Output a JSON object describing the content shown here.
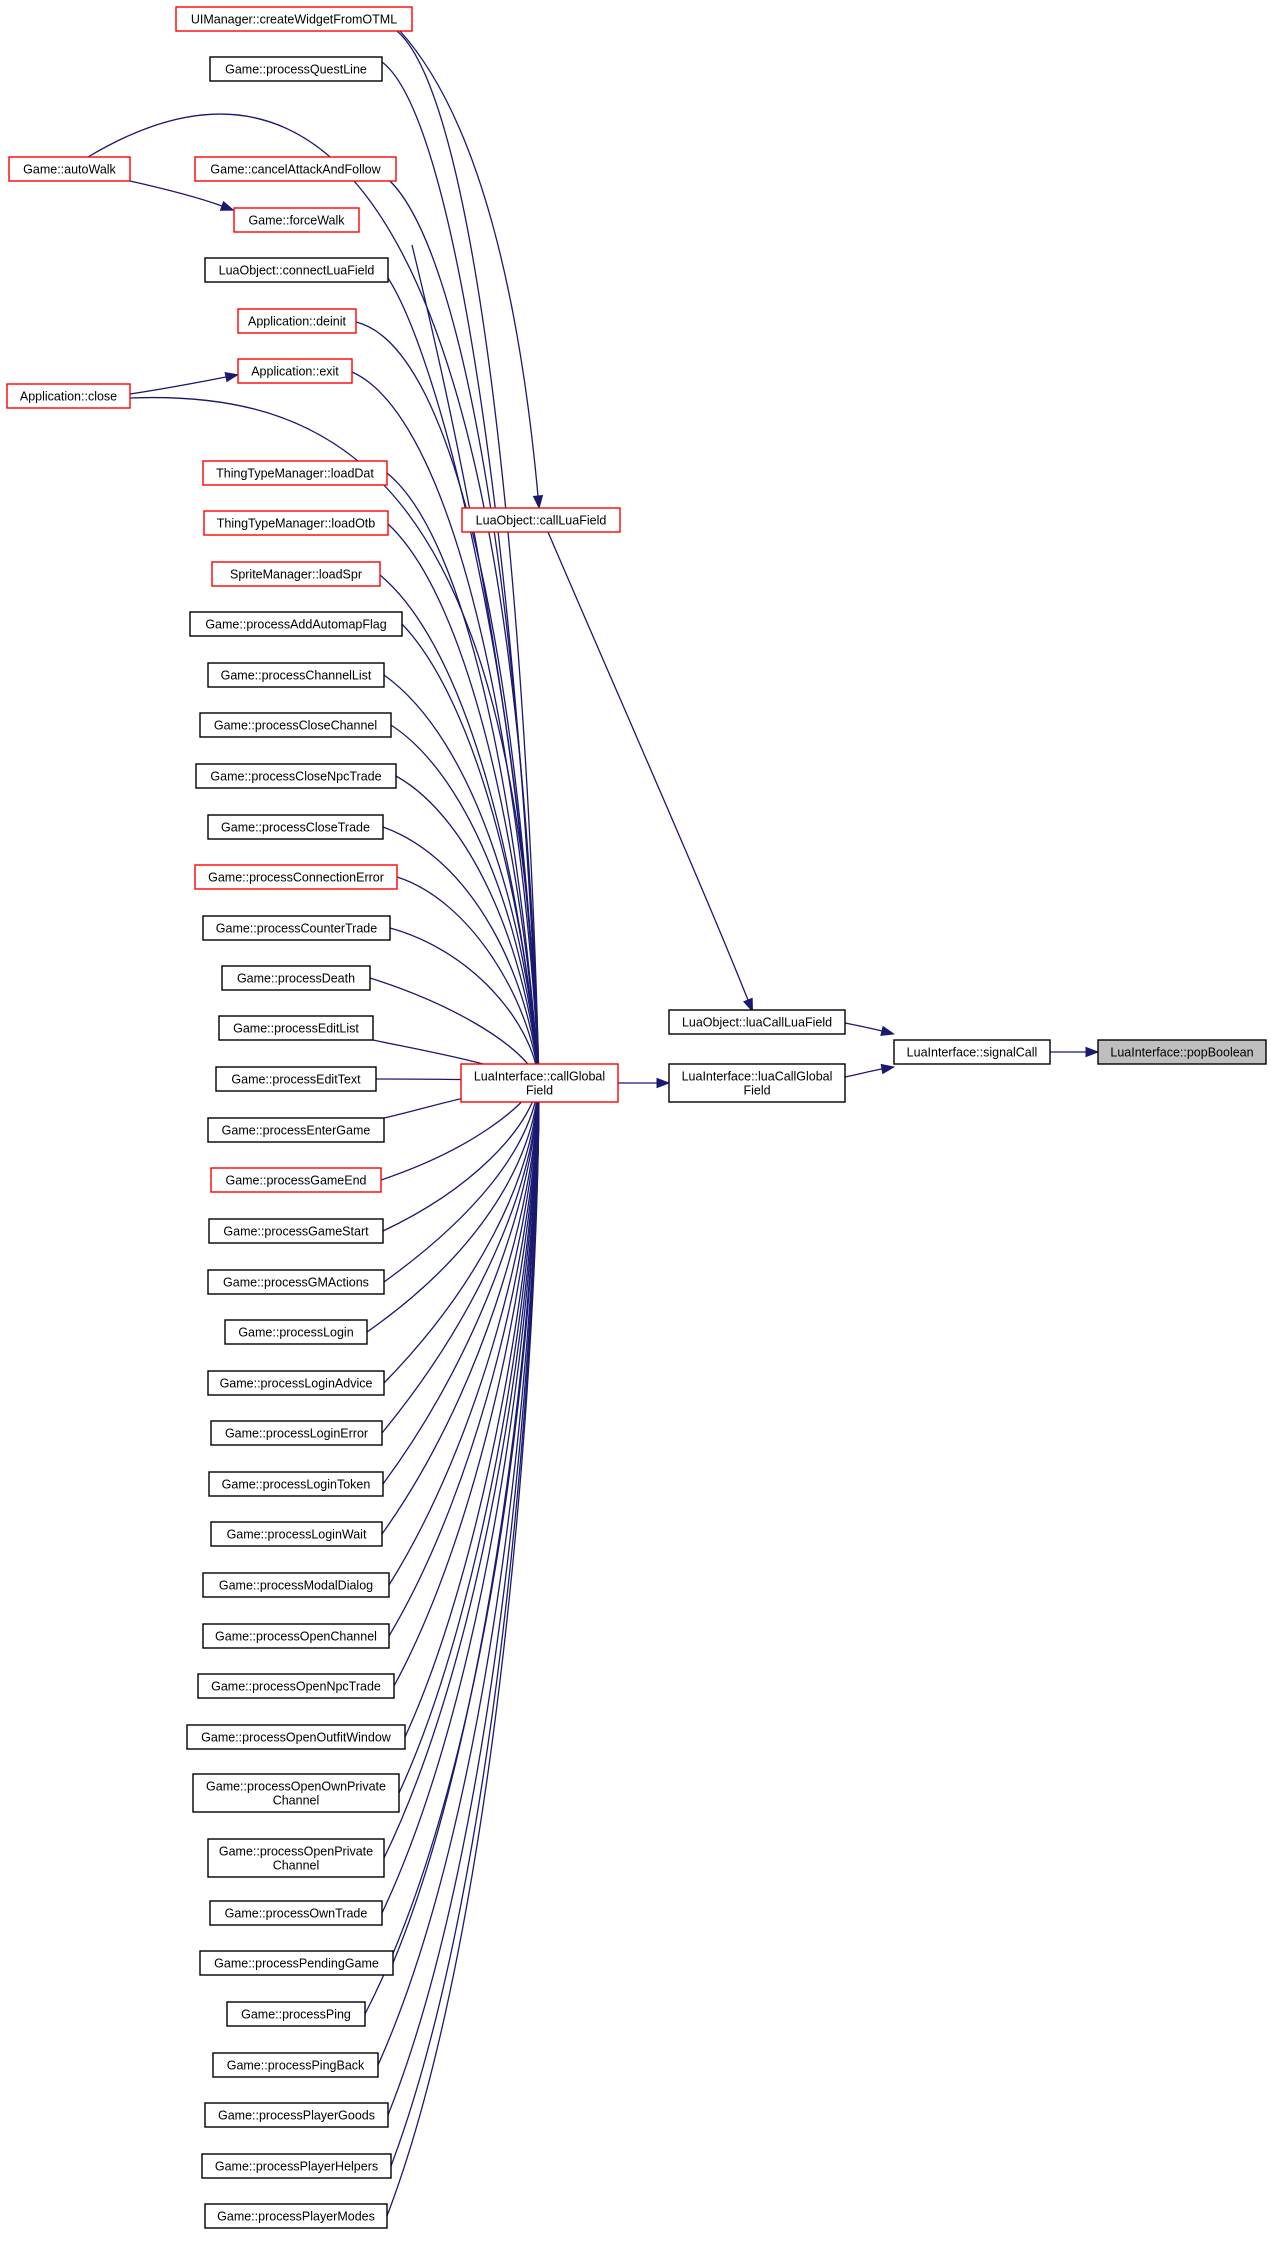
{
  "colors": {
    "edge": "#191970",
    "callerBorder": "#000000",
    "truncatedBorder": "#ff0000",
    "current": "#bfbfbf"
  },
  "nodes": [
    {
      "id": "n_uicreate",
      "lines": [
        "UIManager::createWidgetFromOTML"
      ],
      "style": "red"
    },
    {
      "id": "n_quest",
      "lines": [
        "Game::processQuestLine"
      ],
      "style": "black"
    },
    {
      "id": "n_autowalk",
      "lines": [
        "Game::autoWalk"
      ],
      "style": "red"
    },
    {
      "id": "n_cancel",
      "lines": [
        "Game::cancelAttackAndFollow"
      ],
      "style": "red"
    },
    {
      "id": "n_force",
      "lines": [
        "Game::forceWalk"
      ],
      "style": "red"
    },
    {
      "id": "n_connect",
      "lines": [
        "LuaObject::connectLuaField"
      ],
      "style": "black"
    },
    {
      "id": "n_deinit",
      "lines": [
        "Application::deinit"
      ],
      "style": "red"
    },
    {
      "id": "n_exit",
      "lines": [
        "Application::exit"
      ],
      "style": "red"
    },
    {
      "id": "n_close",
      "lines": [
        "Application::close"
      ],
      "style": "red"
    },
    {
      "id": "n_calllua",
      "lines": [
        "LuaObject::callLuaField"
      ],
      "style": "red"
    },
    {
      "id": "n_loaddat",
      "lines": [
        "ThingTypeManager::loadDat"
      ],
      "style": "red"
    },
    {
      "id": "n_loadotb",
      "lines": [
        "ThingTypeManager::loadOtb"
      ],
      "style": "red"
    },
    {
      "id": "n_loadspr",
      "lines": [
        "SpriteManager::loadSpr"
      ],
      "style": "red"
    },
    {
      "id": "n_addauto",
      "lines": [
        "Game::processAddAutomapFlag"
      ],
      "style": "black"
    },
    {
      "id": "n_chanlist",
      "lines": [
        "Game::processChannelList"
      ],
      "style": "black"
    },
    {
      "id": "n_closechan",
      "lines": [
        "Game::processCloseChannel"
      ],
      "style": "black"
    },
    {
      "id": "n_closenpc",
      "lines": [
        "Game::processCloseNpcTrade"
      ],
      "style": "black"
    },
    {
      "id": "n_closetrade",
      "lines": [
        "Game::processCloseTrade"
      ],
      "style": "black"
    },
    {
      "id": "n_connerr",
      "lines": [
        "Game::processConnectionError"
      ],
      "style": "red"
    },
    {
      "id": "n_counter",
      "lines": [
        "Game::processCounterTrade"
      ],
      "style": "black"
    },
    {
      "id": "n_death",
      "lines": [
        "Game::processDeath"
      ],
      "style": "black"
    },
    {
      "id": "n_editlist",
      "lines": [
        "Game::processEditList"
      ],
      "style": "black"
    },
    {
      "id": "n_edittext",
      "lines": [
        "Game::processEditText"
      ],
      "style": "black"
    },
    {
      "id": "n_entergame",
      "lines": [
        "Game::processEnterGame"
      ],
      "style": "black"
    },
    {
      "id": "n_gameend",
      "lines": [
        "Game::processGameEnd"
      ],
      "style": "red"
    },
    {
      "id": "n_gamestart",
      "lines": [
        "Game::processGameStart"
      ],
      "style": "black"
    },
    {
      "id": "n_gmactions",
      "lines": [
        "Game::processGMActions"
      ],
      "style": "black"
    },
    {
      "id": "n_login",
      "lines": [
        "Game::processLogin"
      ],
      "style": "black"
    },
    {
      "id": "n_loginadv",
      "lines": [
        "Game::processLoginAdvice"
      ],
      "style": "black"
    },
    {
      "id": "n_loginerr",
      "lines": [
        "Game::processLoginError"
      ],
      "style": "black"
    },
    {
      "id": "n_logintok",
      "lines": [
        "Game::processLoginToken"
      ],
      "style": "black"
    },
    {
      "id": "n_loginwait",
      "lines": [
        "Game::processLoginWait"
      ],
      "style": "black"
    },
    {
      "id": "n_modal",
      "lines": [
        "Game::processModalDialog"
      ],
      "style": "black"
    },
    {
      "id": "n_openchan",
      "lines": [
        "Game::processOpenChannel"
      ],
      "style": "black"
    },
    {
      "id": "n_opennpc",
      "lines": [
        "Game::processOpenNpcTrade"
      ],
      "style": "black"
    },
    {
      "id": "n_outfit",
      "lines": [
        "Game::processOpenOutfitWindow"
      ],
      "style": "black"
    },
    {
      "id": "n_ownpriv",
      "lines": [
        "Game::processOpenOwnPrivate",
        "Channel"
      ],
      "style": "black"
    },
    {
      "id": "n_openpriv",
      "lines": [
        "Game::processOpenPrivate",
        "Channel"
      ],
      "style": "black"
    },
    {
      "id": "n_owntrade",
      "lines": [
        "Game::processOwnTrade"
      ],
      "style": "black"
    },
    {
      "id": "n_pending",
      "lines": [
        "Game::processPendingGame"
      ],
      "style": "black"
    },
    {
      "id": "n_ping",
      "lines": [
        "Game::processPing"
      ],
      "style": "black"
    },
    {
      "id": "n_pingback",
      "lines": [
        "Game::processPingBack"
      ],
      "style": "black"
    },
    {
      "id": "n_goods",
      "lines": [
        "Game::processPlayerGoods"
      ],
      "style": "black"
    },
    {
      "id": "n_helpers",
      "lines": [
        "Game::processPlayerHelpers"
      ],
      "style": "black"
    },
    {
      "id": "n_modes",
      "lines": [
        "Game::processPlayerModes"
      ],
      "style": "black"
    },
    {
      "id": "n_callglobal",
      "lines": [
        "LuaInterface::callGlobal",
        "Field"
      ],
      "style": "red"
    },
    {
      "id": "n_luacalllua",
      "lines": [
        "LuaObject::luaCallLuaField"
      ],
      "style": "black"
    },
    {
      "id": "n_luacallglobal",
      "lines": [
        "LuaInterface::luaCallGlobal",
        "Field"
      ],
      "style": "black"
    },
    {
      "id": "n_signal",
      "lines": [
        "LuaInterface::signalCall"
      ],
      "style": "black"
    },
    {
      "id": "n_pop",
      "lines": [
        "LuaInterface::popBoolean"
      ],
      "style": "current"
    }
  ]
}
